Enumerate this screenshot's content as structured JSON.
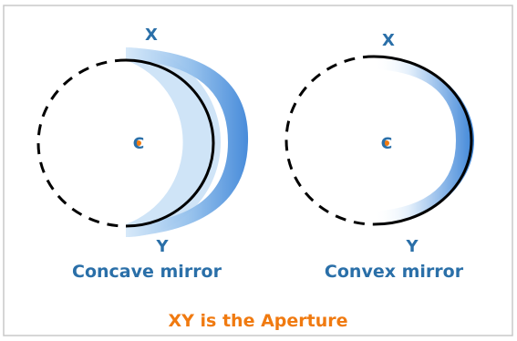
{
  "concave": {
    "point_top": "X",
    "point_bottom": "Y",
    "center": "C",
    "caption": "Concave mirror"
  },
  "convex": {
    "point_top": "X",
    "point_bottom": "Y",
    "center": "C",
    "caption": "Convex mirror"
  },
  "footer": "XY is the Aperture",
  "colors": {
    "text_blue": "#2a6fa8",
    "mirror_blue": "#3f86d8",
    "mirror_light": "#cfe4f7",
    "footer_orange": "#f07a10",
    "center_dot": "#f07a10",
    "frame": "#c8c8c8"
  }
}
